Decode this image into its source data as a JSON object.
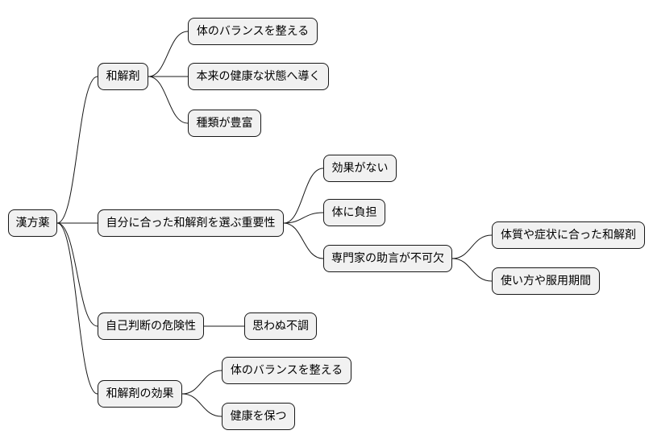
{
  "nodes": {
    "root": "漢方薬",
    "wakaizai": "和解剤",
    "wakaizai_balance": "体のバランスを整える",
    "wakaizai_restore": "本来の健康な状態へ導く",
    "wakaizai_variety": "種類が豊富",
    "importance": "自分に合った和解剤を選ぶ重要性",
    "importance_noeffect": "効果がない",
    "importance_burden": "体に負担",
    "importance_expert": "専門家の助言が不可欠",
    "expert_constitution": "体質や症状に合った和解剤",
    "expert_usage": "使い方や服用期間",
    "selfjudge": "自己判断の危険性",
    "selfjudge_upset": "思わぬ不調",
    "effect": "和解剤の効果",
    "effect_balance": "体のバランスを整える",
    "effect_health": "健康を保つ"
  }
}
